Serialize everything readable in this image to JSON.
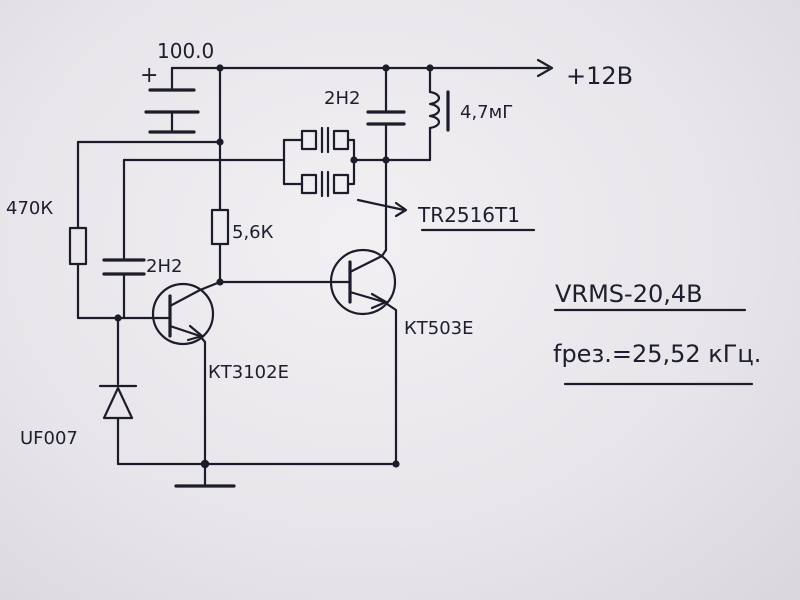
{
  "labels": {
    "c1": "100.0",
    "c1_polarity": "+",
    "supply": "+12В",
    "c2": "2Н2",
    "inductor": "4,7мГ",
    "r1": "470К",
    "r2": "5,6К",
    "c3": "2Н2",
    "transformer": "TR2516T1",
    "q1": "КТ3102Е",
    "q2": "КТ503Е",
    "diode": "UF007",
    "vrms": "VRMS-20,4В",
    "freq": "fрез.=25,52 кГц."
  }
}
